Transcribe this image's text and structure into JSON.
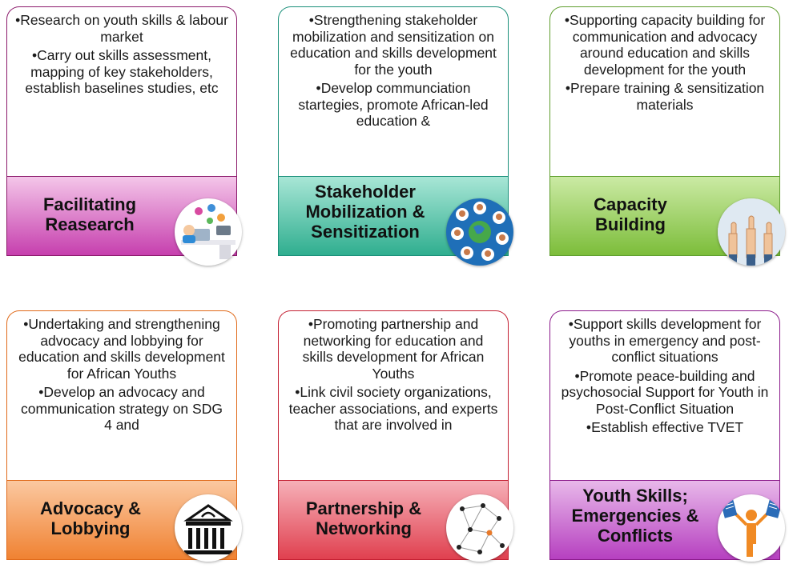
{
  "cards": [
    {
      "label": "Facilitating\nReasearch",
      "bullets": [
        "Research on youth skills & labour market",
        "Carry out skills assessment, mapping of key stakeholders, establish baselines  studies, etc"
      ],
      "icon": "office-work-icon",
      "border_color": "#8b1a6b",
      "gradient": [
        "#f4c6e9",
        "#c63fae"
      ]
    },
    {
      "label": "Stakeholder\nMobilization &\nSensitization",
      "bullets": [
        "Strengthening stakeholder mobilization and sensitization on education and skills development for the youth",
        "Develop communciation startegies, promote African-led education &"
      ],
      "icon": "global-people-network-icon",
      "border_color": "#1a8f7a",
      "gradient": [
        "#a8e6d6",
        "#2fae8f"
      ]
    },
    {
      "label": "Capacity\nBuilding",
      "bullets": [
        "Supporting capacity building for communication and advocacy around education and skills development for the youth",
        "Prepare training & sensitization materials"
      ],
      "icon": "thumbs-up-icon",
      "border_color": "#5f9e2e",
      "gradient": [
        "#cbeaa4",
        "#7cbd3a"
      ]
    },
    {
      "label": "Advocacy &\nLobbying",
      "bullets": [
        "Undertaking and strengthening advocacy and lobbying for education and skills development for African Youths",
        "Develop an advocacy and communication strategy on SDG 4 and"
      ],
      "icon": "parliament-building-icon",
      "border_color": "#e06a1a",
      "gradient": [
        "#fbc8a0",
        "#f08232"
      ]
    },
    {
      "label": "Partnership &\nNetworking",
      "bullets": [
        "Promoting partnership and networking for education and skills development for African Youths",
        "Link civil society organizations, teacher associations, and experts that are involved in"
      ],
      "icon": "people-network-icon",
      "border_color": "#c42032",
      "gradient": [
        "#f6b0b8",
        "#e0404f"
      ]
    },
    {
      "label": "Youth  Skills;\nEmergencies &\nConflicts",
      "bullets": [
        "Support skills development for youths in emergency and post-conflict situations",
        "Promote peace-building and psychosocial Support for Youth in Post-Conflict Situation",
        "Establish effective TVET"
      ],
      "icon": "person-with-documents-icon",
      "border_color": "#8b1a8b",
      "gradient": [
        "#e8b8ea",
        "#b640c0"
      ]
    }
  ]
}
